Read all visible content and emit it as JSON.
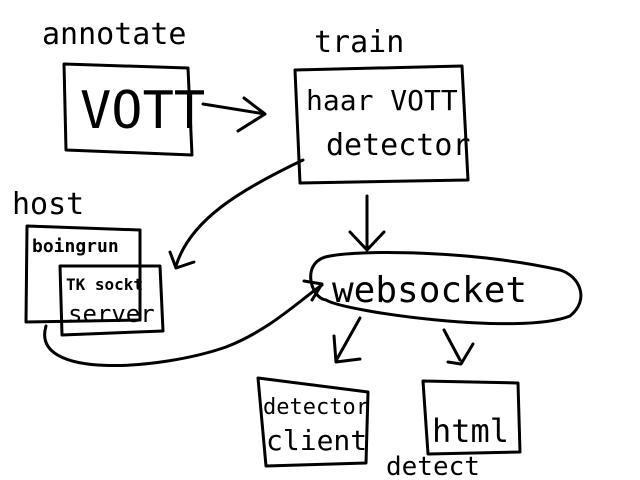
{
  "labels": {
    "annotate": "annotate",
    "train": "train",
    "host": "host",
    "detect": "detect"
  },
  "nodes": {
    "vott": "VOTT",
    "trainer_line1": "haar VOTT",
    "trainer_line2": "detector",
    "boingrun": "boingrun",
    "tk_line1": "TK sockt",
    "tk_line2": "server",
    "websocket": "websocket",
    "client_line1": "detector",
    "client_line2": "client",
    "html": "html"
  },
  "colors": {
    "ink": "#000000",
    "paper": "#ffffff"
  }
}
